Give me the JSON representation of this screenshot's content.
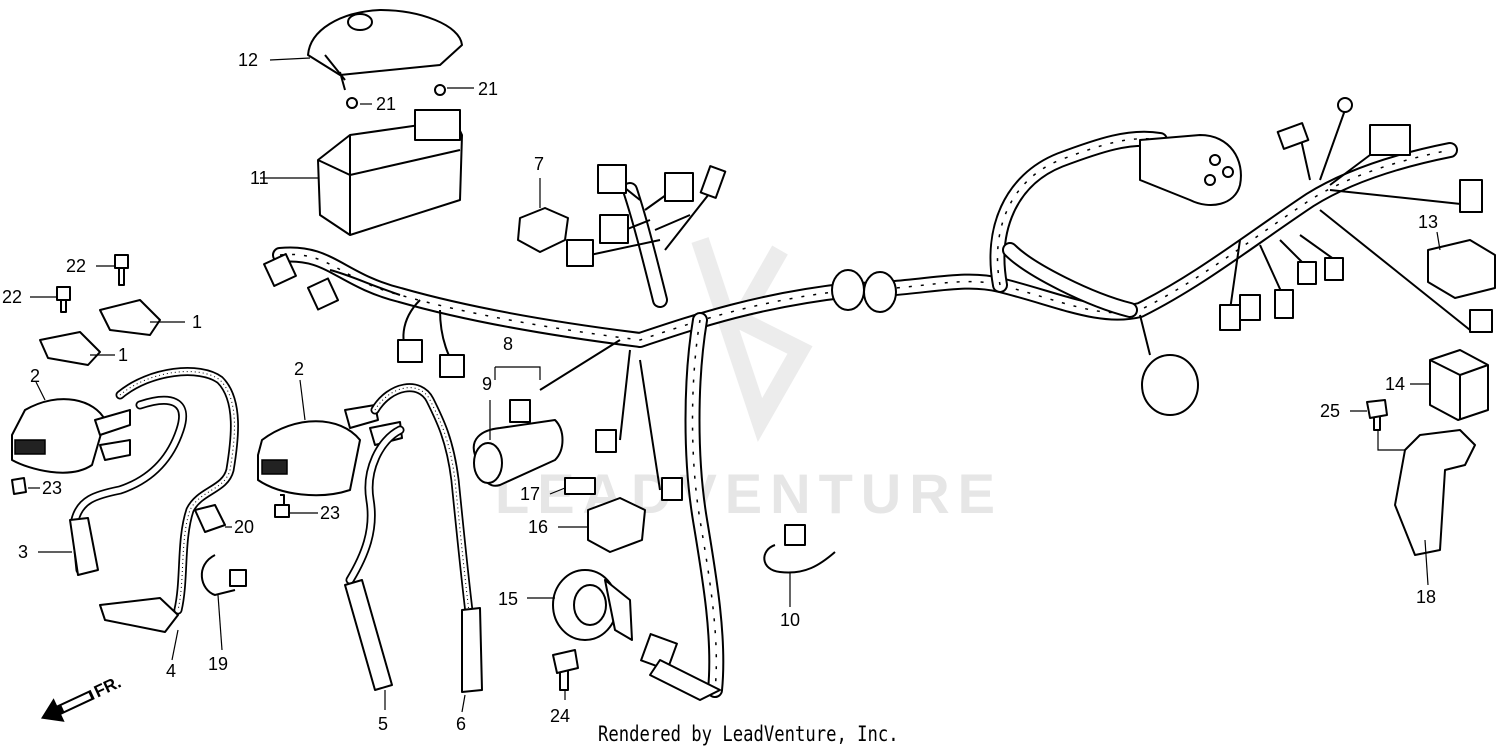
{
  "diagram": {
    "callouts": [
      "1",
      "1",
      "2",
      "2",
      "3",
      "4",
      "5",
      "6",
      "7",
      "8",
      "9",
      "10",
      "11",
      "12",
      "13",
      "14",
      "15",
      "16",
      "17",
      "18",
      "19",
      "20",
      "21",
      "21",
      "22",
      "22",
      "23",
      "23",
      "24",
      "25"
    ],
    "direction_label": "FR.",
    "watermark": "LEADVENTURE",
    "credit": "Rendered by LeadVenture, Inc."
  }
}
